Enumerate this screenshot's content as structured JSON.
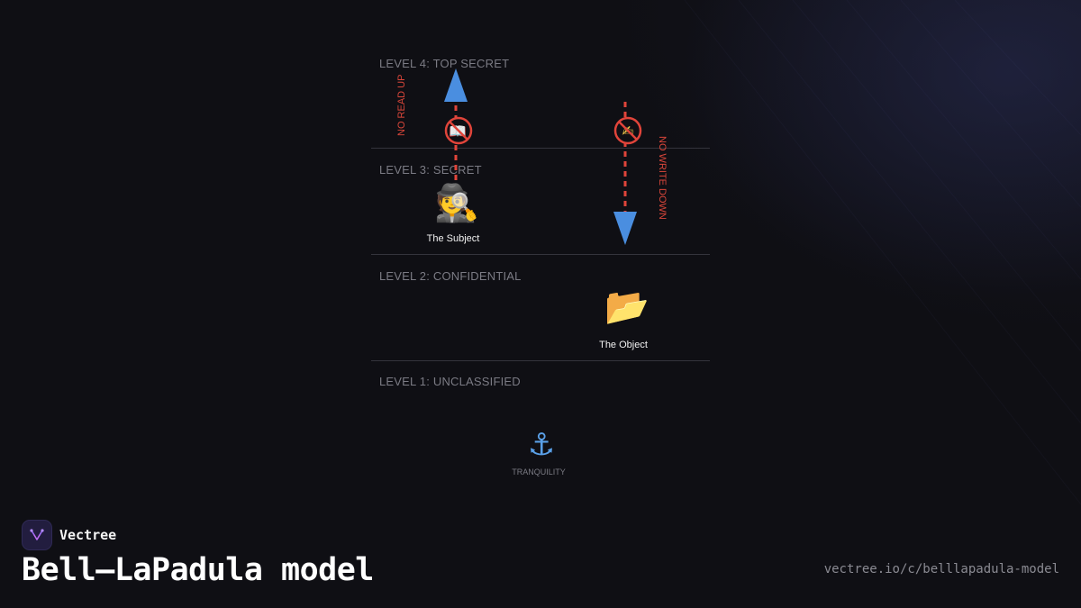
{
  "diagram": {
    "levels": [
      {
        "label": "LEVEL 4: TOP SECRET"
      },
      {
        "label": "LEVEL 3: SECRET"
      },
      {
        "label": "LEVEL 2: CONFIDENTIAL"
      },
      {
        "label": "LEVEL 1: UNCLASSIFIED"
      }
    ],
    "rules": {
      "no_read_up": "NO READ UP",
      "no_write_down": "NO WRITE DOWN"
    },
    "subject": {
      "emoji": "🕵",
      "caption": "The Subject"
    },
    "object": {
      "emoji": "📂",
      "caption": "The Object"
    },
    "read_icon": {
      "emoji": "📖",
      "name": "open-book-icon"
    },
    "write_icon": {
      "emoji": "✍",
      "name": "writing-hand-icon"
    },
    "tranquility": {
      "emoji": "⚓",
      "caption": "TRANQUILITY"
    },
    "colors": {
      "arrow": "#4a8ee0",
      "forbidden": "#e0443a",
      "background": "#0f0f14"
    }
  },
  "footer": {
    "brand": "Vectree",
    "title": "Bell–LaPadula model",
    "url": "vectree.io/c/belllapadula-model"
  }
}
